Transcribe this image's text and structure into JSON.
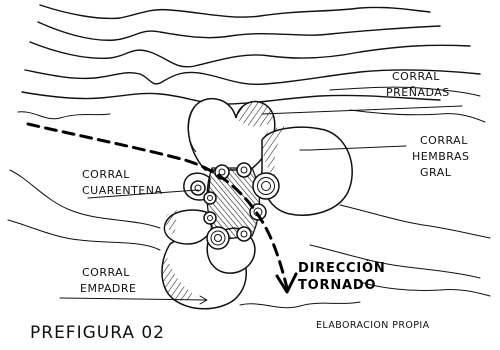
{
  "title": "PREFIGURA 02",
  "source_note": "ELABORACION PROPIA",
  "labels": {
    "corral_prenadas": [
      "CORRAL",
      "PREÑADAS"
    ],
    "corral_hembras": [
      "CORRAL",
      "HEMBRAS",
      "GRAL"
    ],
    "corral_cuarentena": [
      "CORRAL",
      "CUARENTENA"
    ],
    "corral_empadre": [
      "CORRAL",
      "EMPADRE"
    ],
    "direccion_tornado": [
      "DIRECCIÓN",
      "TORNADO"
    ]
  }
}
